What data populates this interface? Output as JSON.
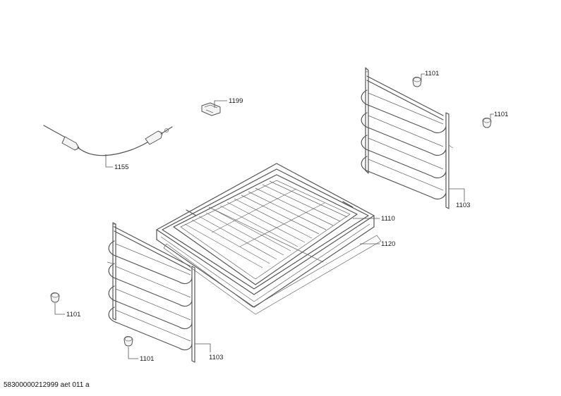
{
  "callouts": {
    "c1199": "1199",
    "c1155": "1155",
    "c1101_top": "1101",
    "c1101_right": "1101",
    "c1103_right": "1103",
    "c1110": "1110",
    "c1120": "1120",
    "c1101_left": "1101",
    "c1101_bottom": "1101",
    "c1103_left": "1103"
  },
  "footer": {
    "document_id": "58300000212999 aet 011 a"
  }
}
